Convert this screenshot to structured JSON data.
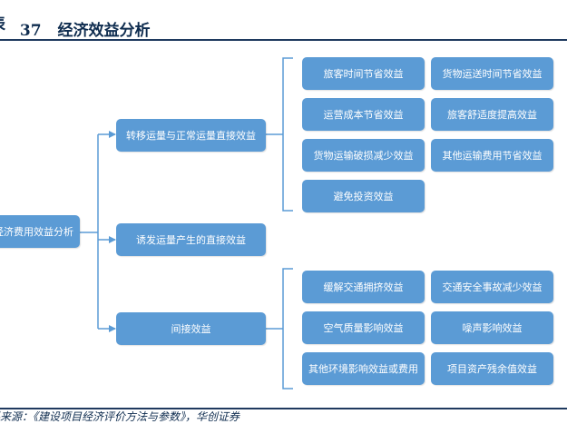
{
  "header": {
    "figure_prefix": "表",
    "figure_number": "37",
    "title": "经济效益分析"
  },
  "diagram": {
    "root": "经济费用效益分析",
    "branches": [
      {
        "label": "转移运量与正常运量直接效益",
        "items": [
          "旅客时间节省效益",
          "货物运送时间节省效益",
          "运营成本节省效益",
          "旅客舒适度提高效益",
          "货物运输破损减少效益",
          "其他运输费用节省效益",
          "避免投资效益"
        ]
      },
      {
        "label": "诱发运量产生的直接效益",
        "items": []
      },
      {
        "label": "间接效益",
        "items": [
          "缓解交通拥挤效益",
          "交通安全事故减少效益",
          "空气质量影响效益",
          "噪声影响效益",
          "其他环境影响效益或费用",
          "项目资产残余值效益"
        ]
      }
    ]
  },
  "footer": {
    "source": "资料来源：《建设项目经济评价方法与参数》，华创证券"
  },
  "colors": {
    "box_fill": "#5b9bd5",
    "connector": "#5b9bd5",
    "rule": "#1f3a5f",
    "title_text": "#0d2b4e"
  }
}
